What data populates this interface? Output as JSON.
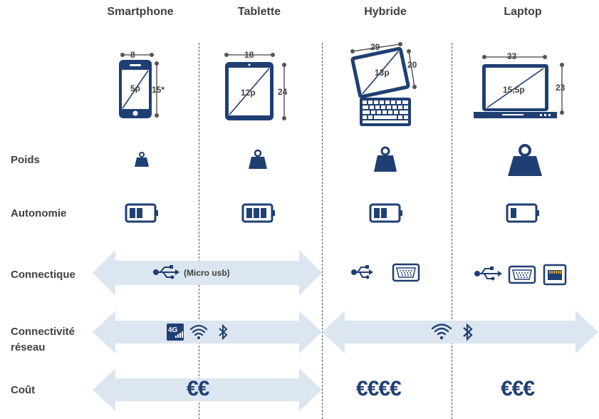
{
  "columns": [
    "Smartphone",
    "Tablette",
    "Hybride",
    "Laptop"
  ],
  "rows": {
    "poids": "Poids",
    "autonomie": "Autonomie",
    "connectique": "Connectique",
    "connectivite_line1": "Connectivité",
    "connectivite_line2": "réseau",
    "cout": "Coût"
  },
  "devices": {
    "smartphone": {
      "width": "8",
      "height": "15*",
      "screen": "5p"
    },
    "tablette": {
      "width": "18",
      "height": "24",
      "screen": "12p"
    },
    "hybride": {
      "width": "29",
      "height": "20",
      "screen": "13p"
    },
    "laptop": {
      "width": "33",
      "height": "23",
      "screen": "15,5p"
    }
  },
  "connectique": {
    "micro_usb": "(Micro usb)"
  },
  "badges": {
    "network_4g": "4G"
  },
  "cout": {
    "mobile": "€€",
    "hybride": "€€€€",
    "laptop": "€€€"
  },
  "colors": {
    "accent": "#1f3f73",
    "arrow": "#dce6f1",
    "text": "#404040"
  }
}
